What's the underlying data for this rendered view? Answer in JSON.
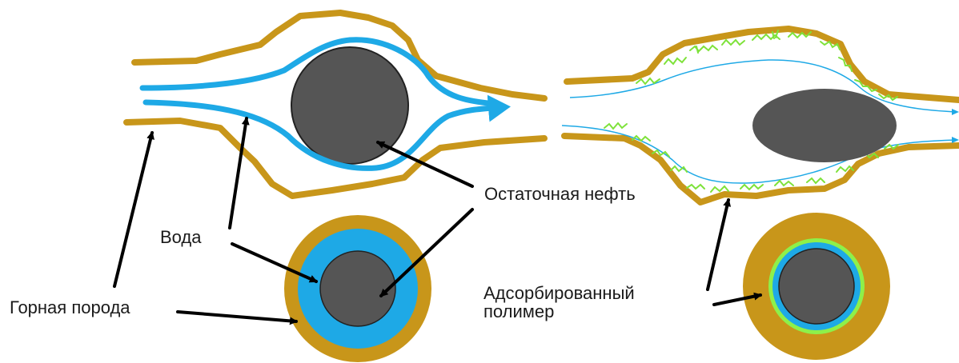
{
  "labels": {
    "residual_oil": "Остаточная нефть",
    "water": "Вода",
    "rock": "Горная порода",
    "adsorbed_polymer_line1": "Адсорбированный",
    "adsorbed_polymer_line2": "полимер"
  },
  "colors": {
    "rock": "#c8961a",
    "water": "#1ea9e6",
    "oil": "#555555",
    "polymer": "#7ee23a",
    "arrow": "#000000"
  }
}
